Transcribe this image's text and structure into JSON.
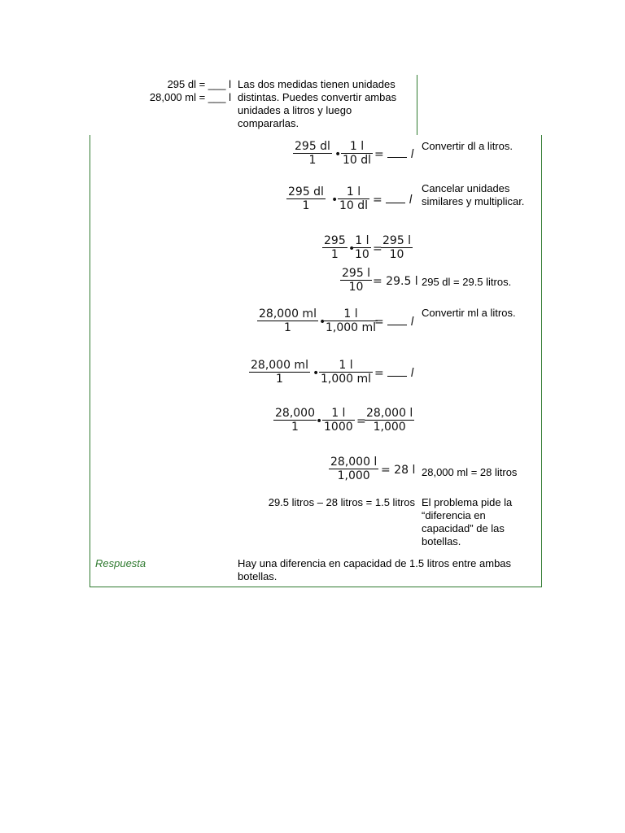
{
  "header": {
    "problem_line1": "295 dl = ___ l",
    "problem_line2": "28,000 ml = ___ l",
    "intro": "Las dos medidas tienen unidades distintas. Puedes convertir ambas unidades a litros y luego compararlas."
  },
  "steps": {
    "s1_num1": "295 dl",
    "s1_den1": "1",
    "s1_num2": "1 l",
    "s1_den2": "10 dl",
    "s1_note": "Convertir dl a litros.",
    "s2_num1": "295 dl",
    "s2_den1": "1",
    "s2_num2": "1 l",
    "s2_den2": "10 dl",
    "s2_note": "Cancelar unidades similares y multiplicar.",
    "s3_num1": "295",
    "s3_den1": "1",
    "s3_num2": "1 l",
    "s3_den2": "10",
    "s3_num3": "295 l",
    "s3_den3": "10",
    "s4_num": "295 l",
    "s4_den": "10",
    "s4_res": "= 29.5 l",
    "s4_note": "295 dl = 29.5 litros.",
    "s5_num1": "28,000 ml",
    "s5_den1": "1",
    "s5_num2": "1 l",
    "s5_den2": "1,000 ml",
    "s5_note": "Convertir ml a litros.",
    "s6_num1": "28,000 ml",
    "s6_den1": "1",
    "s6_num2": "1 l",
    "s6_den2": "1,000 ml",
    "s7_num1": "28,000",
    "s7_den1": "1",
    "s7_num2": "1 l",
    "s7_den2": "1000",
    "s7_num3": "28,000 l",
    "s7_den3": "1,000",
    "s8_num": "28,000 l",
    "s8_den": "1,000",
    "s8_res": "= 28 l",
    "s8_note": "28,000 ml = 28 litros",
    "diff": "29.5 litros – 28 litros = 1.5 litros",
    "diff_note": "El problema pide la “diferencia en capacidad” de las botellas."
  },
  "answer": {
    "label": "Respuesta",
    "text": "Hay una diferencia en capacidad de 1.5 litros entre ambas botellas."
  },
  "symbols": {
    "dot": "•",
    "eq": "=",
    "l": "l"
  },
  "colors": {
    "accent": "#2f7a2f"
  }
}
